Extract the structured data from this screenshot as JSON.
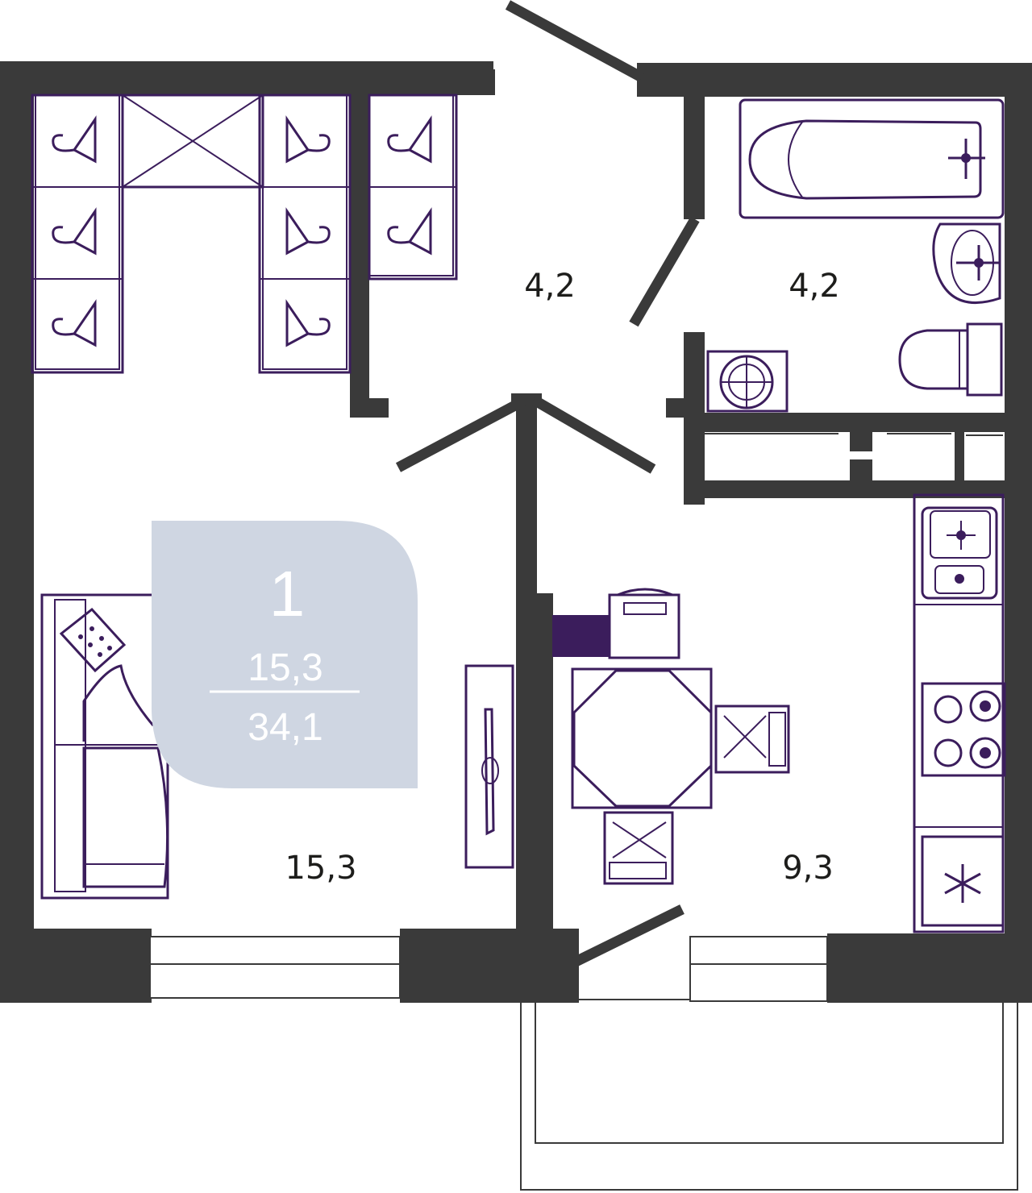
{
  "plan": {
    "badge": {
      "rooms": "1",
      "living_area": "15,3",
      "total_area": "34,1"
    },
    "rooms": [
      {
        "id": "living-room",
        "area": "15,3"
      },
      {
        "id": "hallway",
        "area": "4,2"
      },
      {
        "id": "bathroom",
        "area": "4,2"
      },
      {
        "id": "kitchen",
        "area": "9,3"
      }
    ],
    "colors": {
      "wall": "#3a3a3a",
      "furniture": "#3b1d5c",
      "badge": "#cfd6e2",
      "background": "#ffffff"
    }
  }
}
